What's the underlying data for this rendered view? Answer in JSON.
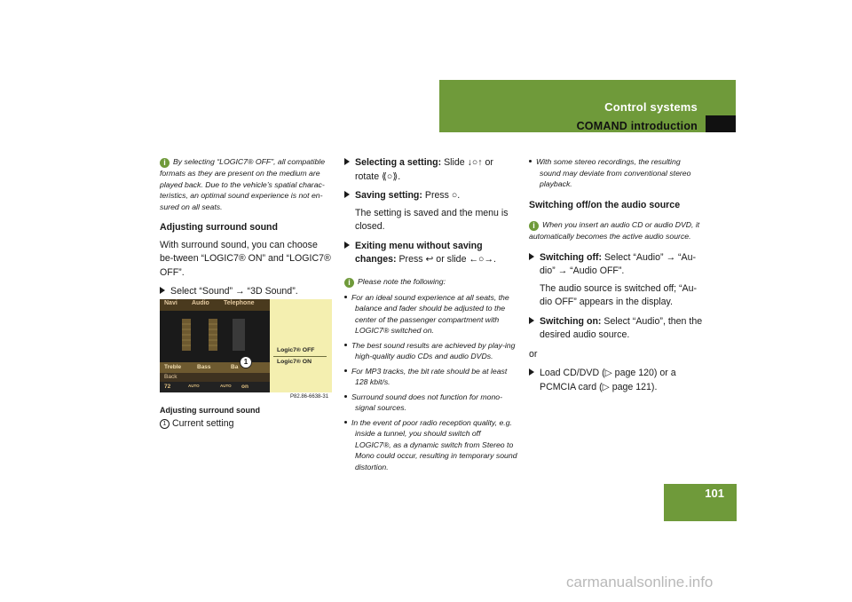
{
  "header": {
    "section": "Control systems",
    "subsection": "COMAND introduction"
  },
  "page_number": "101",
  "watermark": "carmanualsonline.info",
  "col1": {
    "note": "By selecting “LOGIC7® OFF”, all compatible formats as they are present on the medium are played back. Due to the vehicle’s spatial charac-teristics, an optimal sound experience is not en-sured on all seats.",
    "heading": "Adjusting surround sound",
    "para": "With surround sound, you can choose be-tween “LOGIC7® ON” and “LOGIC7® OFF”.",
    "step": "Select “Sound” → “3D Sound”.",
    "figure": {
      "tabs": [
        "Navi",
        "Audio",
        "Telephone"
      ],
      "row": [
        "Treble",
        "Bass",
        "Ba"
      ],
      "back": "Back",
      "bottom": [
        "72",
        "AUTO",
        "AUTO",
        "on"
      ],
      "option_off": "Logic7® OFF",
      "option_on": "Logic7® ON",
      "callout": "1",
      "code": "P82.86-6638-31"
    },
    "caption": "Adjusting surround sound",
    "legend_num": "1",
    "legend_text": "Current setting"
  },
  "col2": {
    "s1_label": "Selecting a setting:",
    "s1_text": "Slide ↓○↑ or rotate ⟪○⟫.",
    "s2_label": "Saving setting:",
    "s2_text": "Press ○.",
    "s2_para": "The setting is saved and the menu is closed.",
    "s3_label": "Exiting menu without saving changes:",
    "s3_text": "Press ↩ or slide ←○→.",
    "note_head": "Please note the following:",
    "bullets": [
      "For an ideal sound experience at all seats, the balance and fader should be adjusted to the center of the passenger compartment with LOGIC7® switched on.",
      "The best sound results are achieved by play-ing high-quality audio CDs and audio DVDs.",
      "For MP3 tracks, the bit rate should be at least 128 kbit/s.",
      "Surround sound does not function for mono-signal sources.",
      "In the event of poor radio reception quality, e.g. inside a tunnel, you should switch off LOGIC7®, as a dynamic switch from Stereo to Mono could occur, resulting in temporary sound distortion."
    ]
  },
  "col3": {
    "bullet": "With some stereo recordings, the resulting sound may deviate from conventional stereo playback.",
    "heading": "Switching off/on the audio source",
    "note": "When you insert an audio CD or audio DVD, it automatically becomes the active audio source.",
    "off_label": "Switching off:",
    "off_text": "Select “Audio” → “Au-dio” → “Audio OFF”.",
    "off_para": "The audio source is switched off; “Au-dio OFF” appears in the display.",
    "on_label": "Switching on:",
    "on_text": "Select “Audio”, then the desired audio source.",
    "or": "or",
    "load": "Load CD/DVD (▷ page 120) or a PCMCIA card (▷ page 121)."
  },
  "colors": {
    "accent": "#6f9a3a",
    "dark": "#111111"
  }
}
